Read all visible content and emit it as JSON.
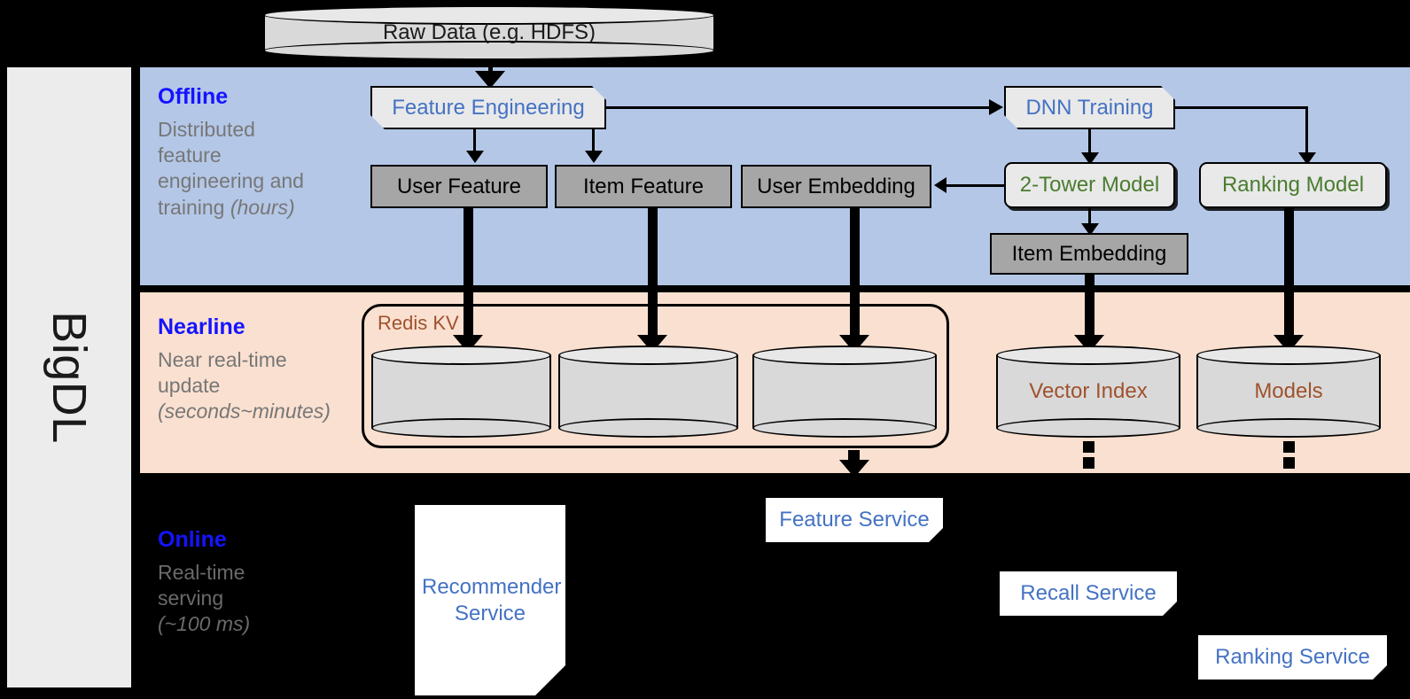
{
  "sidebar": {
    "label": "BigDL"
  },
  "bands": {
    "offline": {
      "title": "Offline",
      "subtitle_lines": [
        "Distributed",
        "feature",
        "engineering and",
        "training "
      ],
      "subtitle_italic": "(hours)"
    },
    "nearline": {
      "title": "Nearline",
      "subtitle_lines": [
        "Near real-time",
        "update "
      ],
      "subtitle_italic": "(seconds~minutes)"
    },
    "online": {
      "title": "Online",
      "subtitle_lines": [
        "Real-time",
        "serving "
      ],
      "subtitle_italic": "(~100 ms)"
    }
  },
  "nodes": {
    "raw_data": "Raw Data (e.g. HDFS)",
    "feature_engineering": "Feature Engineering",
    "dnn_training": "DNN Training",
    "user_feature": "User Feature",
    "item_feature": "Item Feature",
    "user_embedding": "User Embedding",
    "two_tower_model": "2-Tower Model",
    "ranking_model": "Ranking Model",
    "item_embedding": "Item Embedding",
    "redis_kv": "Redis KV",
    "vector_index": "Vector Index",
    "models": "Models",
    "feature_service": "Feature Service",
    "recall_service": "Recall Service",
    "ranking_service": "Ranking Service",
    "recommender_service": "Recommender Service"
  },
  "colors": {
    "offline_band": "#b4c7e7",
    "nearline_band": "#fae0d0",
    "online_band": "#000000",
    "sidebar": "#ececec",
    "title_blue": "#1414ff",
    "text_blue": "#4472c4",
    "text_green": "#4a7c2f",
    "text_brown": "#a0522d",
    "gray_box": "#a6a6a6",
    "proc_box": "#e9e9e9",
    "cylinder": "#d9d9d9"
  }
}
